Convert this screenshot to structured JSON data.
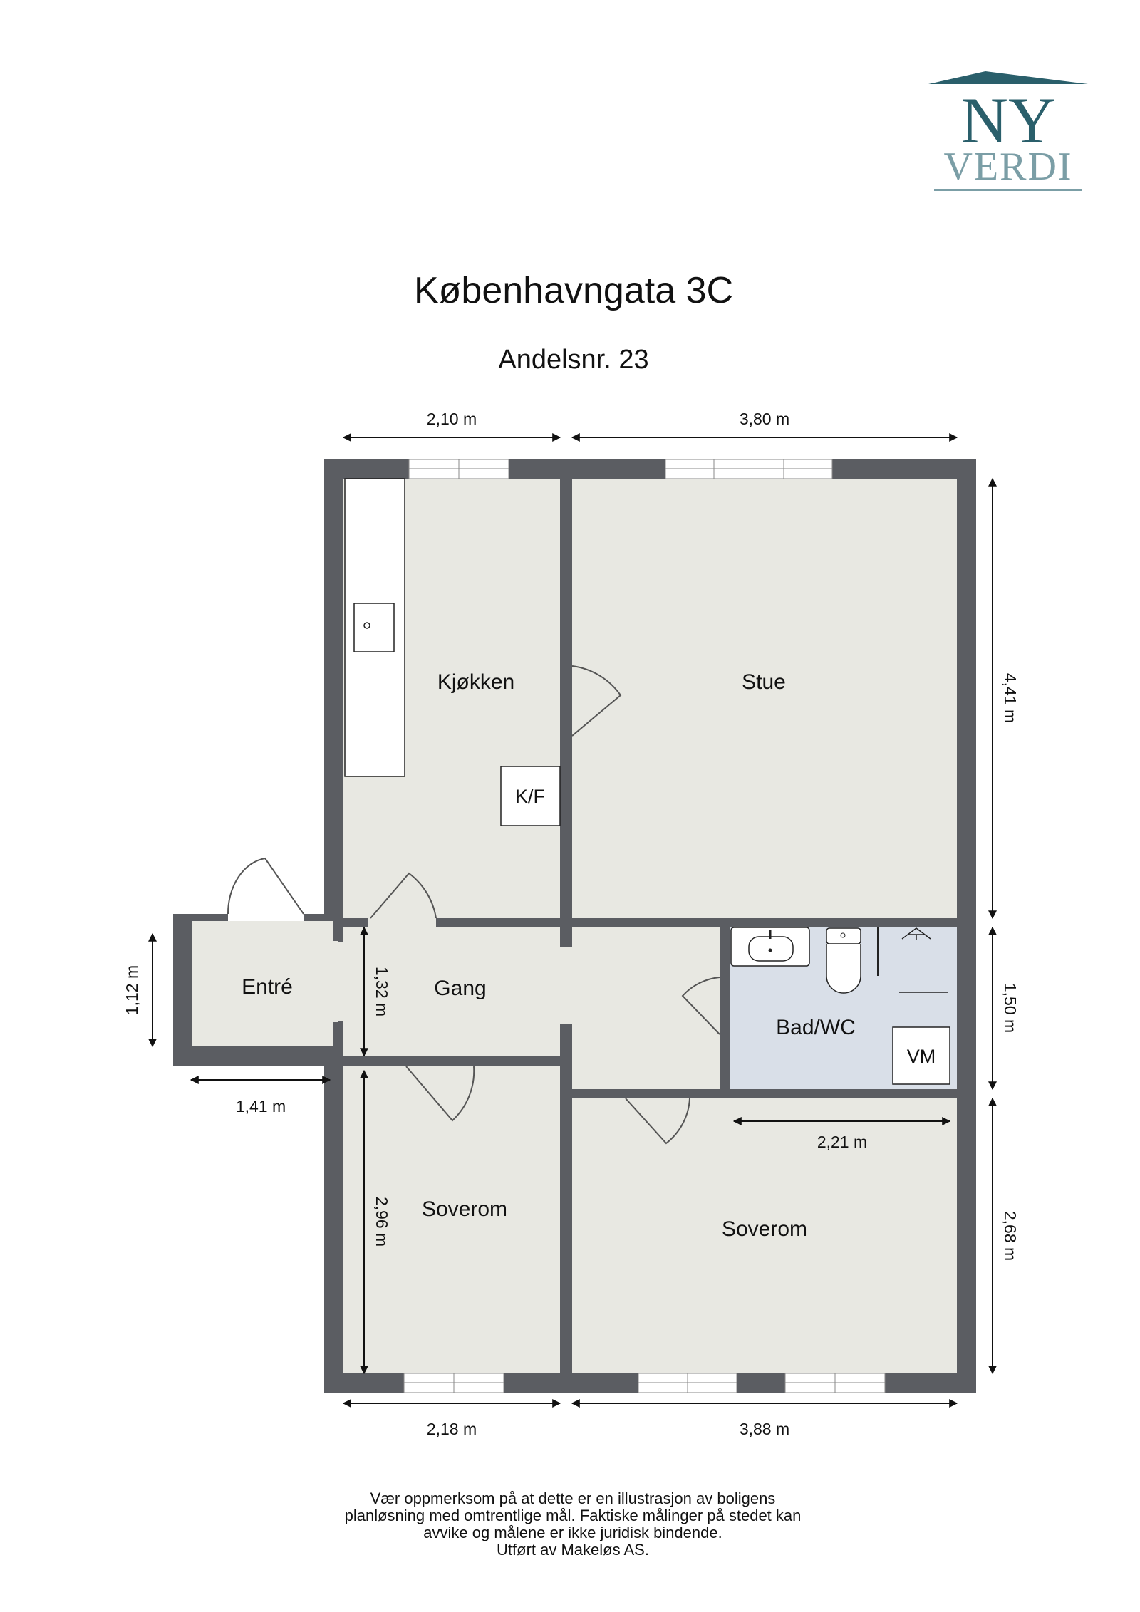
{
  "logo": {
    "line1": "NY",
    "line2": "VERDI",
    "color_dark": "#2a5f6b",
    "color_light": "#7b9ea6"
  },
  "header": {
    "title": "Københavngata 3C",
    "subtitle": "Andelsnr. 23"
  },
  "rooms": {
    "kitchen": "Kjøkken",
    "living": "Stue",
    "entrance": "Entré",
    "hallway": "Gang",
    "bathroom": "Bad/WC",
    "bedroom_left": "Soverom",
    "bedroom_right": "Soverom"
  },
  "fixtures": {
    "fridge_freezer": "K/F",
    "washing_machine": "VM"
  },
  "dimensions": {
    "top_left": "2,10 m",
    "top_right": "3,80 m",
    "right_top": "4,41 m",
    "right_middle": "1,50 m",
    "right_bottom": "2,68 m",
    "entrance_height": "1,12 m",
    "entrance_width": "1,41 m",
    "hallway_height": "1,32 m",
    "bedroom_left_height": "2,96 m",
    "bedroom_right_width": "2,21 m",
    "bottom_left": "2,18 m",
    "bottom_right": "3,88 m"
  },
  "colors": {
    "wall": "#5b5d62",
    "floor": "#e8e8e2",
    "bathroom_floor": "#d9dfe8",
    "window": "#ffffff"
  },
  "disclaimer": {
    "line1": "Vær oppmerksom på at dette er en illustrasjon av boligens",
    "line2": "planløsning med omtrentlige mål. Faktiske målinger på stedet kan",
    "line3": "avvike og målene er ikke juridisk bindende.",
    "line4": "Utført av Makeløs AS."
  }
}
